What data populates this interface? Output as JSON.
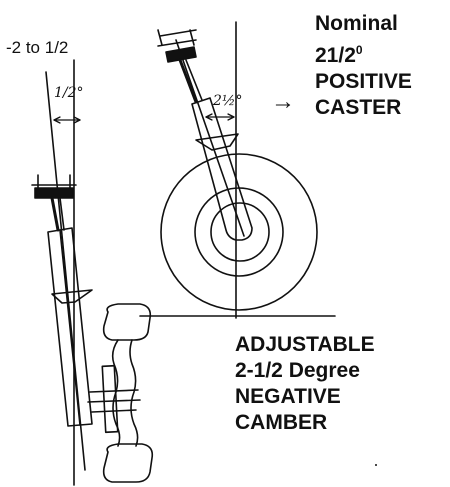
{
  "camber_range": "-2 to 1/2",
  "camber_angle_label": "1/2°",
  "caster_angle_label": "2½°",
  "caster_note": {
    "line1": "Nominal",
    "line2_main": "21/2",
    "line2_sup": "0",
    "line3": "POSITIVE",
    "line4": "CASTER"
  },
  "camber_note": {
    "line1": "ADJUSTABLE",
    "line2": "2-1/2 Degree",
    "line3": "NEGATIVE",
    "line4": "CAMBER"
  },
  "arrow_symbol": "→",
  "colors": {
    "ink": "#111111",
    "paper": "#ffffff"
  }
}
